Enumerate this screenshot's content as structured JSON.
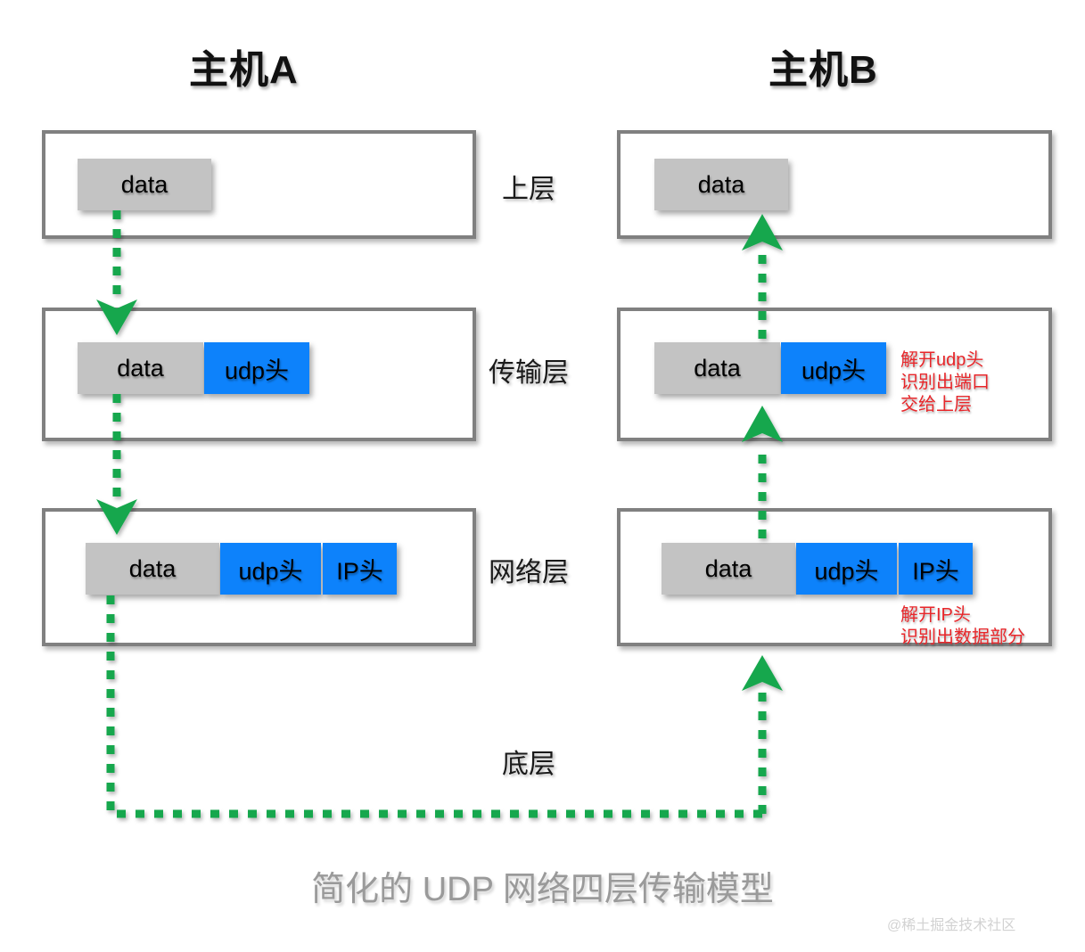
{
  "diagram": {
    "caption": "简化的 UDP 网络四层传输模型",
    "watermark": "@稀土掘金技术社区",
    "colors": {
      "data_block": "#c3c3c3",
      "header_block": "#0d82fb",
      "box_border": "#808080",
      "flow_arrow": "#17a74d",
      "annotation_text": "#e8262a",
      "caption_text": "#9a9a9a",
      "background": "#ffffff"
    }
  },
  "hosts": {
    "left": {
      "title": "主机A"
    },
    "right": {
      "title": "主机B"
    }
  },
  "layer_labels": [
    {
      "name": "upper",
      "text": "上层"
    },
    {
      "name": "transport",
      "text": "传输层"
    },
    {
      "name": "network",
      "text": "网络层"
    },
    {
      "name": "bottom",
      "text": "底层"
    }
  ],
  "packets": {
    "left": {
      "upper": {
        "data": "data"
      },
      "transport": {
        "data": "data",
        "udp": "udp头"
      },
      "network": {
        "data": "data",
        "udp": "udp头",
        "ip": "IP头"
      }
    },
    "right": {
      "upper": {
        "data": "data"
      },
      "transport": {
        "data": "data",
        "udp": "udp头"
      },
      "network": {
        "data": "data",
        "udp": "udp头",
        "ip": "IP头"
      }
    }
  },
  "annotations": {
    "transport": {
      "line1": "解开udp头",
      "line2": "识别出端口",
      "line3": "交给上层"
    },
    "network": {
      "line1": "解开IP头",
      "line2": "识别出数据部分"
    }
  }
}
